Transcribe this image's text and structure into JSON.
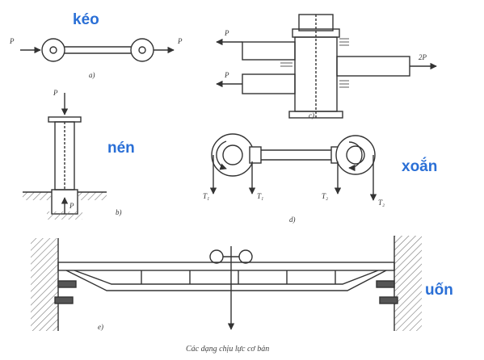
{
  "labels": {
    "tension": "kéo",
    "compression": "nén",
    "torsion": "xoắn",
    "bending": "uốn"
  },
  "subfigures": {
    "a": "a)",
    "b": "b)",
    "c": "c)",
    "d": "d)",
    "e": "e)"
  },
  "forces": {
    "p_a_left": "P",
    "p_a_right": "P",
    "p_b_top": "P",
    "p_b_bottom": "P",
    "p_c_top": "P",
    "p_c_bottom": "P",
    "p_c_right": "2P",
    "t1_left": "T₁",
    "t1_right": "T₁",
    "t2_left": "T₂",
    "t2_right": "T₂"
  },
  "caption": "Các dạng chịu lực cơ bản",
  "colors": {
    "label_blue": "#2a6fd6",
    "line": "#333333",
    "hatch": "#666666"
  }
}
